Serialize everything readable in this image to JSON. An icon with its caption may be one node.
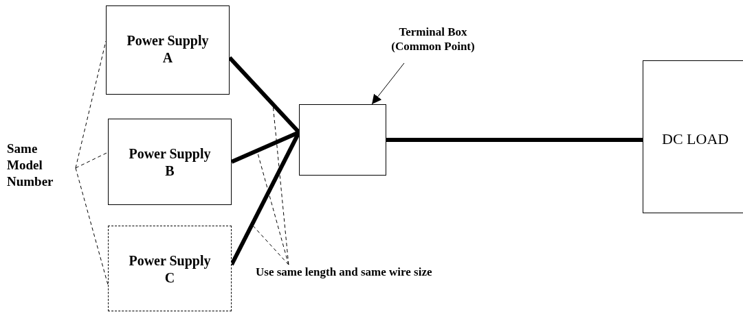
{
  "diagram": {
    "nodes": [
      {
        "text": [
          "Power Supply A"
        ]
      },
      {
        "text": [
          "Power Supply B"
        ]
      },
      {
        "text": [
          "Power Supply C"
        ]
      },
      {
        "text": [],
        "shape": "box"
      },
      {
        "text": [
          "DC LOAD"
        ]
      },
      {
        "text": [
          "Terminal Box (Common Point)"
        ]
      },
      {
        "text": [
          "Same Model Number"
        ]
      },
      {
        "text": [
          "Use same length and same wire size"
        ]
      }
    ],
    "edges": [
      {
        "from": 0,
        "to": 3,
        "arrow": "none",
        "style": "thick"
      },
      {
        "from": 1,
        "to": 3,
        "arrow": "none",
        "style": "thick"
      },
      {
        "from": 2,
        "to": 3,
        "arrow": "none",
        "style": "thick"
      },
      {
        "from": 3,
        "to": 4,
        "arrow": "none",
        "style": "thick"
      },
      {
        "from": 5,
        "to": 3,
        "arrow": "to"
      },
      {
        "from": 6,
        "to": 0,
        "arrow": "none",
        "style": "dashed"
      },
      {
        "from": 6,
        "to": 1,
        "arrow": "none",
        "style": "dashed"
      },
      {
        "from": 6,
        "to": 2,
        "arrow": "none",
        "style": "dashed"
      },
      {
        "from": 7,
        "to": null,
        "arrow": "none",
        "style": "dashed"
      },
      {
        "from": 7,
        "to": null,
        "arrow": "none",
        "style": "dashed"
      },
      {
        "from": 7,
        "to": null,
        "arrow": "none",
        "style": "dashed"
      }
    ]
  }
}
